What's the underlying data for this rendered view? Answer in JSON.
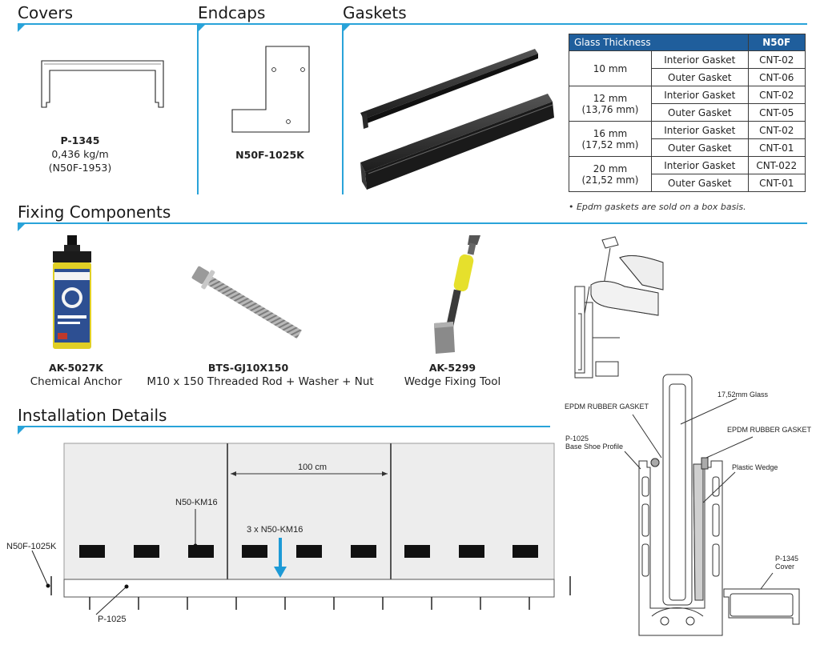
{
  "sections": {
    "covers": "Covers",
    "endcaps": "Endcaps",
    "gaskets": "Gaskets",
    "fixing": "Fixing Components",
    "installation": "Installation Details"
  },
  "covers": {
    "code": "P-1345",
    "weight": "0,436 kg/m",
    "ref": "(N50F-1953)"
  },
  "endcaps": {
    "code": "N50F-1025K"
  },
  "gasket_table": {
    "header_left": "Glass Thickness",
    "header_right": "N50F",
    "rows": [
      {
        "thickness": "10 mm",
        "thickness2": "",
        "interior_label": "Interior Gasket",
        "interior_code": "CNT-02",
        "outer_label": "Outer Gasket",
        "outer_code": "CNT-06"
      },
      {
        "thickness": "12 mm",
        "thickness2": "(13,76 mm)",
        "interior_label": "Interior Gasket",
        "interior_code": "CNT-02",
        "outer_label": "Outer Gasket",
        "outer_code": "CNT-05"
      },
      {
        "thickness": "16 mm",
        "thickness2": "(17,52 mm)",
        "interior_label": "Interior Gasket",
        "interior_code": "CNT-02",
        "outer_label": "Outer Gasket",
        "outer_code": "CNT-01"
      },
      {
        "thickness": "20 mm",
        "thickness2": "(21,52 mm)",
        "interior_label": "Interior Gasket",
        "interior_code": "CNT-022",
        "outer_label": "Outer Gasket",
        "outer_code": "CNT-01"
      }
    ],
    "note": "• Epdm gaskets are sold on a box basis."
  },
  "fixing": {
    "anchor": {
      "code": "AK-5027K",
      "name": "Chemical Anchor"
    },
    "rod": {
      "code": "BTS-GJ10X150",
      "name": "M10 x 150 Threaded Rod + Washer + Nut"
    },
    "tool": {
      "code": "AK-5299",
      "name": "Wedge Fixing Tool"
    }
  },
  "install": {
    "span": "100 cm",
    "km16": "N50-KM16",
    "km16x3": "3 x N50-KM16",
    "endcap": "N50F-1025K",
    "base": "P-1025"
  },
  "section_detail": {
    "glass": "17,52mm Glass",
    "gasket_left": "EPDM RUBBER GASKET",
    "gasket_right": "EPDM RUBBER GASKET",
    "base_code": "P-1025",
    "base_name": "Base Shoe Profile",
    "wedge": "Plastic Wedge",
    "cover_code": "P-1345",
    "cover_name": "Cover"
  },
  "colors": {
    "accent": "#29a3d9",
    "table_header": "#1f5e9c",
    "arrow": "#1d9ad6"
  }
}
